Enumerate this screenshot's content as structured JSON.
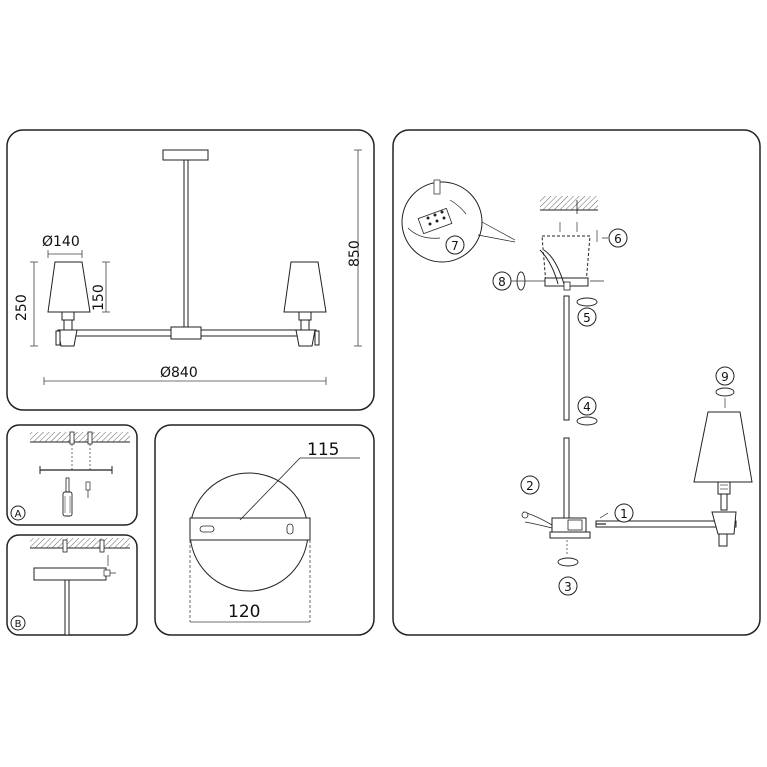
{
  "overview": {
    "dim_shade_diameter": "Ø140",
    "dim_shade_height": "150",
    "dim_arm_height": "250",
    "dim_total_height": "850",
    "dim_span": "Ø840"
  },
  "mount_steps": [
    "A",
    "B"
  ],
  "plate": {
    "dim_hole_spacing": "115",
    "dim_plate_width": "120"
  },
  "assembly_steps": [
    "1",
    "2",
    "3",
    "4",
    "5",
    "6",
    "7",
    "8",
    "9"
  ]
}
